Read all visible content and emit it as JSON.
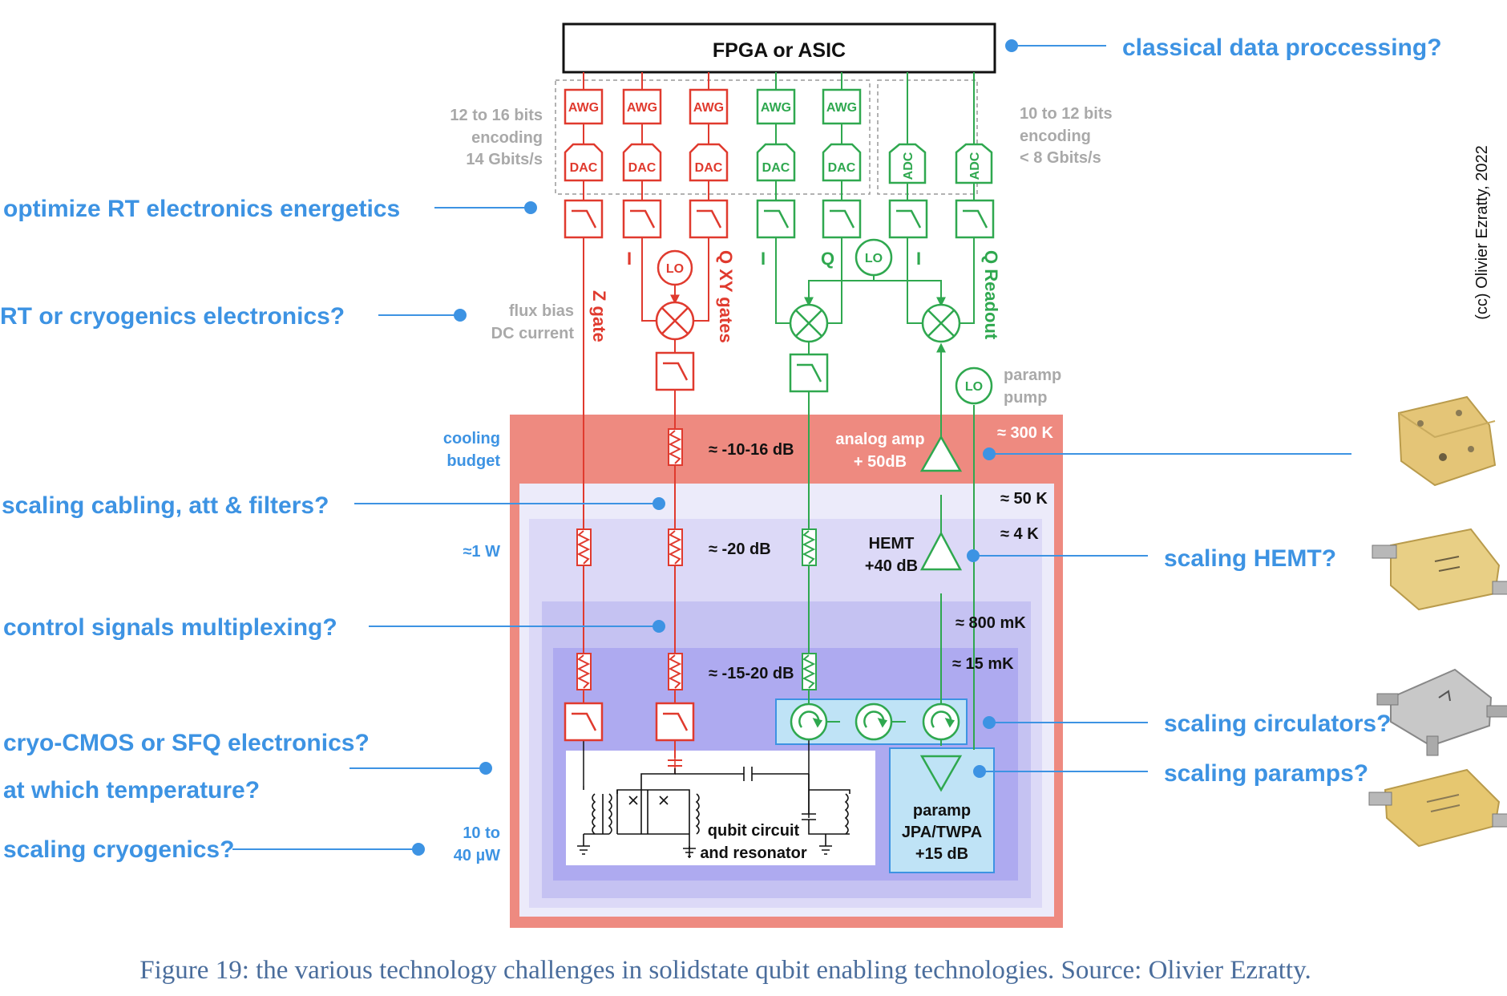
{
  "header": {
    "box_label": "FPGA or ASIC",
    "classical": "classical data proccessing?"
  },
  "left_questions": {
    "rt_energetics": "optimize RT electronics energetics",
    "rt_or_cryo": "RT or cryogenics electronics?",
    "cabling": "scaling cabling, att & filters?",
    "multiplexing": "control signals multiplexing?",
    "cryo_cmos": "cryo-CMOS or SFQ electronics?",
    "at_temperature": "at which temperature?",
    "cryogenics": "scaling cryogenics?"
  },
  "right_questions": {
    "hemt": "scaling HEMT?",
    "circulators": "scaling circulators?",
    "paramps": "scaling paramps?"
  },
  "side_notes": {
    "enc_left": [
      "12 to 16 bits",
      "encoding",
      "14 Gbits/s"
    ],
    "enc_right": [
      "10 to 12 bits",
      "encoding",
      "< 8 Gbits/s"
    ],
    "flux": [
      "flux bias",
      "DC current"
    ],
    "paramp_pump": [
      "paramp",
      "pump"
    ],
    "cooling_budget": [
      "cooling",
      "budget"
    ],
    "one_w": "≈1 W",
    "ten_to": [
      "10 to",
      "40 µW"
    ],
    "copyright": "(cc) Olivier Ezratty, 2022"
  },
  "components": {
    "awg": "AWG",
    "dac": "DAC",
    "adc": "ADC",
    "lo": "LO",
    "z_gate": "Z gate",
    "xy_gates": "Q  XY gates",
    "readout": "Q  Readout",
    "i": "I",
    "q": "Q"
  },
  "stages": {
    "k300": "≈ 300 K",
    "k50": "≈ 50 K",
    "k4": "≈ 4 K",
    "mk800": "≈ 800 mK",
    "mk15": "≈ 15 mK"
  },
  "attenuation": {
    "a1": "≈ -10-16 dB",
    "a2": "≈ -20 dB",
    "a3": "≈ -15-20 dB"
  },
  "amps": {
    "analog_amp": [
      "analog amp",
      "+ 50dB"
    ],
    "hemt": [
      "HEMT",
      "+40 dB"
    ],
    "paramp": [
      "paramp",
      "JPA/TWPA",
      "+15 dB"
    ]
  },
  "qubit_label": [
    "qubit circuit",
    "and resonator"
  ],
  "colors": {
    "red": "#e03a2e",
    "green": "#2fa84f",
    "blue_text": "#3d93e3",
    "stage_300k": "#ee8a80",
    "stage_50k": "#ecebfa",
    "stage_4k": "#dcd9f7",
    "stage_800mk": "#c5c2f2",
    "stage_15mk": "#aeaaf0",
    "paramp_box": "#bfe3f6"
  },
  "caption": "Figure 19: the various technology challenges in solidstate qubit enabling technologies. Source: Olivier Ezratty."
}
